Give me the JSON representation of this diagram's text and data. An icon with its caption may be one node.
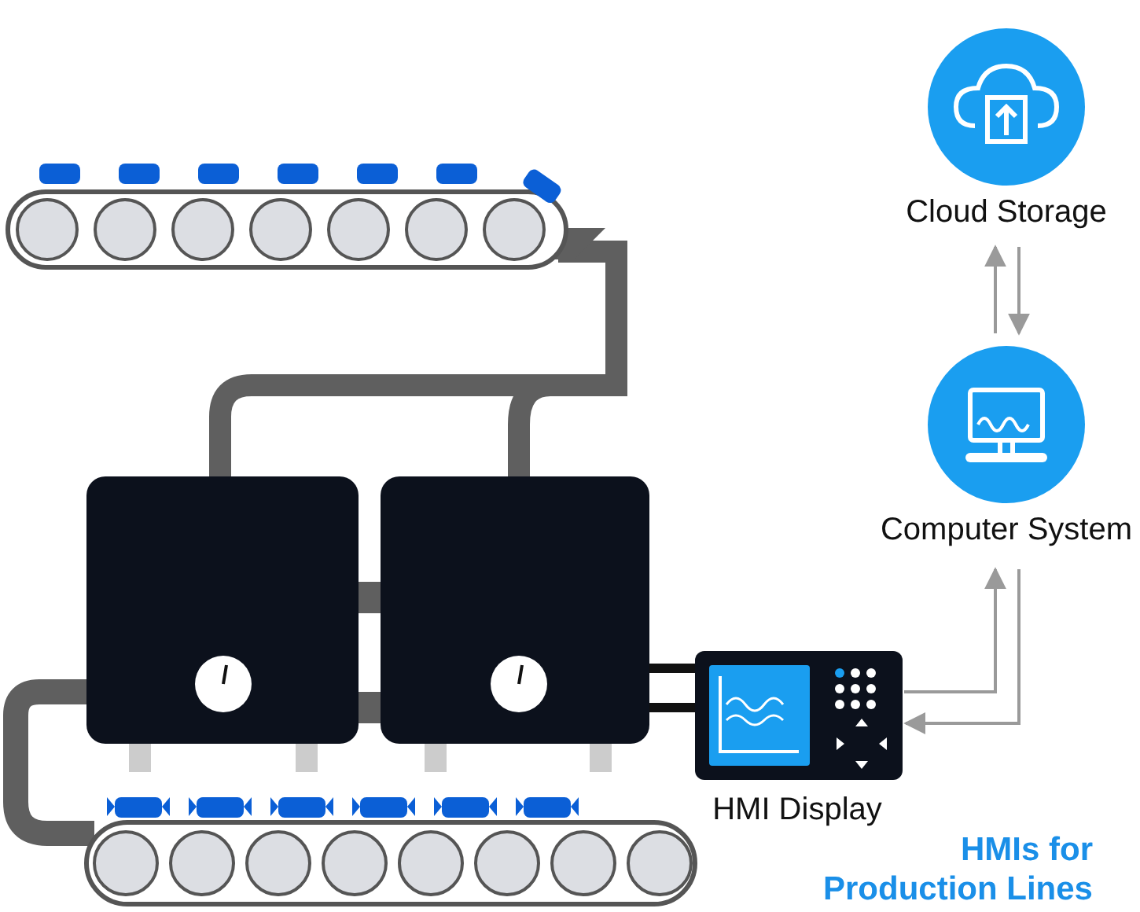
{
  "diagram": {
    "title": "HMIs for Production Lines",
    "nodes": [
      {
        "text": [
          "Cloud Storage"
        ]
      },
      {
        "text": [
          "Computer System"
        ]
      },
      {
        "text": [
          "HMI Display"
        ]
      }
    ],
    "edges": [
      {
        "from": 1,
        "to": 0,
        "arrow": "to"
      },
      {
        "from": 0,
        "to": 1,
        "arrow": "to"
      },
      {
        "from": 2,
        "to": 1,
        "arrow": "to"
      },
      {
        "from": 1,
        "to": 2,
        "arrow": "to"
      }
    ]
  }
}
